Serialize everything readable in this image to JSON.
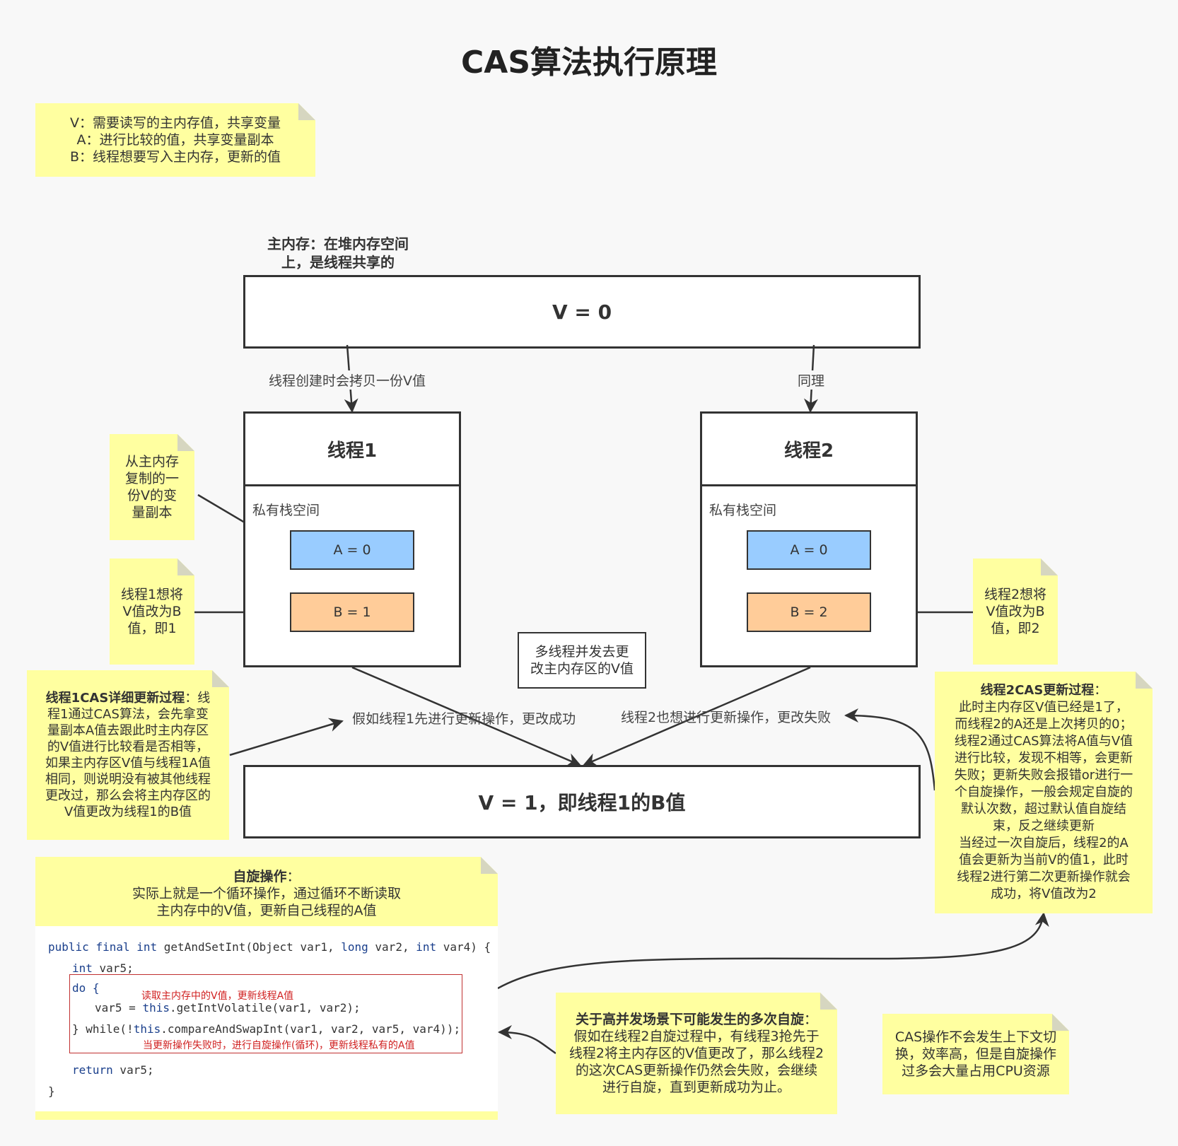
{
  "title": "CAS算法执行原理",
  "legend_note": {
    "lines": [
      "V：需要读写的主内存值，共享变量",
      "A：进行比较的值，共享变量副本",
      "B：线程想要写入主内存，更新的值"
    ]
  },
  "main_memory": {
    "label_line1": "主内存：在堆内存空间",
    "label_line2": "上，是线程共享的",
    "value": "V = 0"
  },
  "edges": {
    "copy_label": "线程创建时会拷贝一份V值",
    "same_label": "同理",
    "thread1_success": "假如线程1先进行更新操作，更改成功",
    "thread2_fail": "线程2也想进行更新操作，更改失败"
  },
  "thread1": {
    "title": "线程1",
    "stack_label": "私有栈空间",
    "a": "A = 0",
    "b": "B = 1"
  },
  "thread2": {
    "title": "线程2",
    "stack_label": "私有栈空间",
    "a": "A = 0",
    "b": "B = 2"
  },
  "notes": {
    "copy_from_main": [
      "从主内存",
      "复制的一",
      "份V的变",
      "量副本"
    ],
    "thread1_wants": [
      "线程1想将",
      "V值改为B",
      "值，即1"
    ],
    "thread2_wants": [
      "线程2想将",
      "V值改为B",
      "值，即2"
    ],
    "concurrent": [
      "多线程并发去更",
      "改主内存区的V值"
    ],
    "thread1_cas_title": "线程1CAS详细更新过程",
    "thread1_cas_body_first": "：线",
    "thread1_cas_lines": [
      "程1通过CAS算法，会先拿变",
      "量副本A值去跟此时主内存区",
      "的V值进行比较看是否相等，",
      "如果主内存区V值与线程1A值",
      "相同，则说明没有被其他线程",
      "更改过，那么会将主内存区的",
      "V值更改为线程1的B值"
    ],
    "thread2_cas_title": "线程2CAS更新过程",
    "thread2_cas_title_suffix": "：",
    "thread2_cas_lines": [
      "此时主内存区V值已经是1了，",
      "而线程2的A还是上次拷贝的0；",
      "线程2通过CAS算法将A值与V值",
      "进行比较，发现不相等，会更新",
      "失败；更新失败会报错or进行一",
      "个自旋操作，一般会规定自旋的",
      "默认次数，超过默认值自旋结",
      "束，反之继续更新",
      "当经过一次自旋后，线程2的A",
      "值会更新为当前V的值1，此时",
      "线程2进行第二次更新操作就会",
      "成功，将V值改为2"
    ],
    "spin_title": "自旋操作",
    "spin_title_suffix": "：",
    "spin_lines": [
      "实际上就是一个循环操作，通过循环不断读取",
      "主内存中的V值，更新自己线程的A值"
    ],
    "multi_spin_title": "关于高并发场景下可能发生的多次自旋",
    "multi_spin_title_suffix": "：",
    "multi_spin_lines": [
      "假如在线程2自旋过程中，有线程3抢先于",
      "线程2将主内存区的V值更改了，那么线程2",
      "的这次CAS更新操作仍然会失败，会继续",
      "进行自旋，直到更新成功为止。"
    ],
    "cpu_lines": [
      "CAS操作不会发生上下文切",
      "换，效率高，但是自旋操作",
      "过多会大量占用CPU资源"
    ]
  },
  "result": {
    "value": "V = 1，即线程1的B值"
  },
  "code": {
    "line1_kw1": "public",
    "line1_kw2": "final",
    "line1_kw3": "int",
    "line1_rest_a": " getAndSetInt(Object var1, ",
    "line1_kw4": "long",
    "line1_rest_b": " var2, ",
    "line1_kw5": "int",
    "line1_rest_c": " var4) {",
    "line2_kw": "int",
    "line2_rest": " var5;",
    "line3": "do {",
    "line4_a": "var5 = ",
    "line4_kw": "this",
    "line4_b": ".getIntVolatile(var1, var2);",
    "line5_a": "} while(!",
    "line5_kw": "this",
    "line5_b": ".compareAndSwapInt(var1, var2, var5, var4));",
    "line6_kw": "return",
    "line6_rest": " var5;",
    "line7": "}",
    "comment1": "读取主内存中的V值，更新线程A值",
    "comment2": "当更新操作失败时，进行自旋操作(循环)，更新线程私有的A值"
  }
}
